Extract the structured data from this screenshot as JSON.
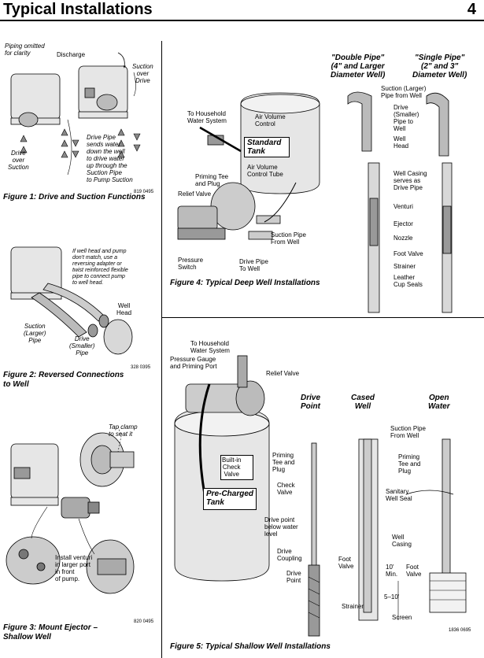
{
  "header": {
    "title": "Typical Installations",
    "page_number": "4"
  },
  "fig1": {
    "caption": "Figure 1: Drive and Suction Functions",
    "code": "819 0495",
    "labels": {
      "piping_omitted": "Piping omitted\nfor clarity",
      "discharge": "Discharge",
      "suction_over_drive": "Suction\nover\nDrive",
      "drive_over_suction": "Drive\nover\nSuction",
      "drive_pipe_note": "Drive Pipe\nsends water\ndown the well\nto drive water\nup through the\nSuction Pipe\nto Pump Suction"
    }
  },
  "fig2": {
    "caption": "Figure 2: Reversed Connections\nto Well",
    "code": "328 0395",
    "labels": {
      "note": "If well head and pump\ndon't match, use a\nreversing adapter or\ntwist reinforced flexible\npipe to connect pump\nto well head.",
      "well_head": "Well\nHead",
      "suction_pipe": "Suction\n(Larger)\nPipe",
      "drive_pipe": "Drive\n(Smaller)\nPipe"
    }
  },
  "fig3": {
    "caption": "Figure 3: Mount Ejector –\nShallow Well",
    "code": "820 0495",
    "labels": {
      "tap_clamp": "Tap clamp\nto seat it",
      "install_venturi": "Install venturi\nin larger port\nin front\nof pump."
    }
  },
  "fig4": {
    "caption": "Figure 4: Typical Deep Well Installations",
    "labels": {
      "double_pipe": "\"Double Pipe\"\n(4\" and Larger\nDiameter Well)",
      "single_pipe": "\"Single Pipe\"\n(2\" and 3\"\nDiameter Well)",
      "to_household": "To Household\nWater System",
      "air_volume_control": "Air Volume\nControl",
      "standard_tank": "Standard\nTank",
      "air_volume_tube": "Air Volume\nControl Tube",
      "priming_tee": "Priming Tee\nand Plug",
      "relief_valve": "Relief Valve",
      "suction_pipe": "Suction Pipe\nFrom Well",
      "drive_pipe": "Drive Pipe\nTo Well",
      "pressure_switch": "Pressure\nSwitch",
      "suction_larger": "Suction (Larger)\nPipe from Well",
      "drive_smaller": "Drive\n(Smaller)\nPipe to\nWell",
      "well_head": "Well\nHead",
      "well_casing": "Well Casing\nserves as\nDrive Pipe",
      "venturi": "Venturi",
      "ejector": "Ejector",
      "nozzle": "Nozzle",
      "foot_valve": "Foot Valve",
      "strainer": "Strainer",
      "leather_seals": "Leather\nCup Seals"
    }
  },
  "fig5": {
    "caption": "Figure 5: Typical Shallow Well Installations",
    "code": "1836 0695",
    "labels": {
      "to_household": "To Household\nWater System",
      "pressure_gauge": "Pressure Gauge\nand Priming Port",
      "relief_valve": "Relief Valve",
      "drive_point_head": "Drive\nPoint",
      "cased_well_head": "Cased\nWell",
      "open_water_head": "Open\nWater",
      "suction_pipe": "Suction Pipe\nFrom Well",
      "priming_tee_1": "Priming\nTee and\nPlug",
      "priming_tee_2": "Priming\nTee and\nPlug",
      "builtin_check": "Built-in\nCheck\nValve",
      "check_valve": "Check\nValve",
      "precharged_tank": "Pre-Charged\nTank",
      "sanitary_seal": "Sanitary\nWell Seal",
      "drive_point_below": "Drive point\nbelow water\nlevel",
      "well_casing": "Well\nCasing",
      "drive_coupling": "Drive\nCoupling",
      "drive_point": "Drive\nPoint",
      "foot_valve_1": "Foot\nValve",
      "foot_valve_2": "Foot\nValve",
      "ten_min": "10'\nMin.",
      "five_ten": "5–10'",
      "strainer": "Strainer",
      "screen": "Screen"
    }
  }
}
